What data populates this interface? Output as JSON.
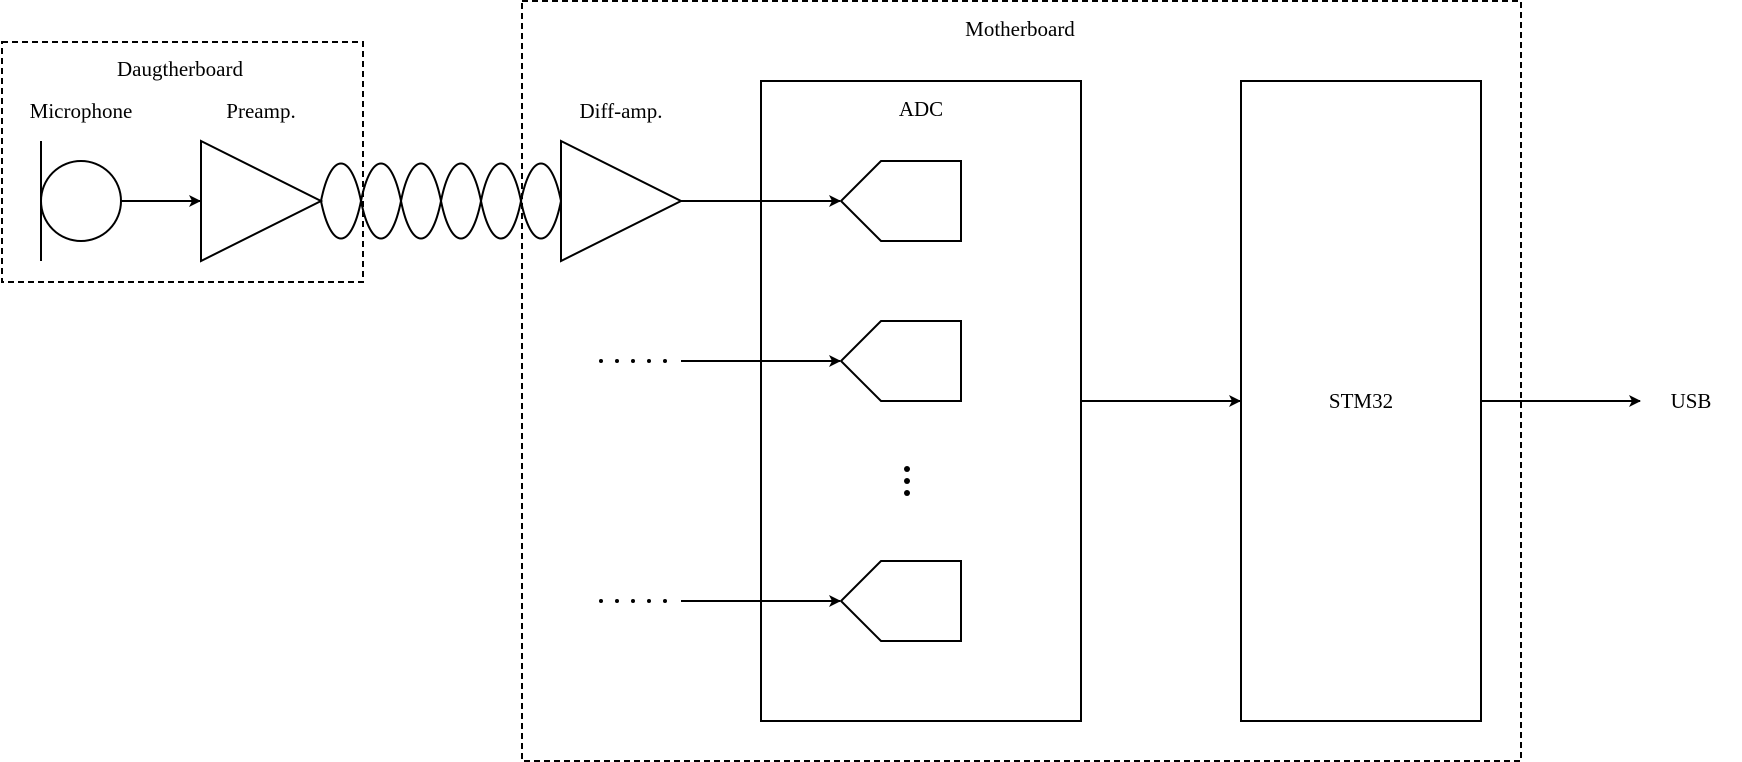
{
  "diagram": {
    "daughterboard": {
      "label": "Daugtherboard"
    },
    "motherboard": {
      "label": "Motherboard"
    },
    "microphone": {
      "label": "Microphone"
    },
    "preamp": {
      "label": "Preamp."
    },
    "diffamp": {
      "label": "Diff-amp."
    },
    "adc": {
      "label": "ADC"
    },
    "mcu": {
      "label": "STM32"
    },
    "usb": {
      "label": "USB"
    }
  }
}
